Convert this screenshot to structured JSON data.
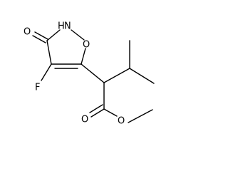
{
  "molecule": {
    "atoms": {
      "o_carbonyl": "O",
      "n": "N",
      "h": "H",
      "o_ring": "O",
      "f": "F",
      "o_ester_double": "O",
      "o_ester_single": "O"
    },
    "colors": {
      "bond": "#000000",
      "label": "#000000",
      "background": "#ffffff"
    }
  }
}
